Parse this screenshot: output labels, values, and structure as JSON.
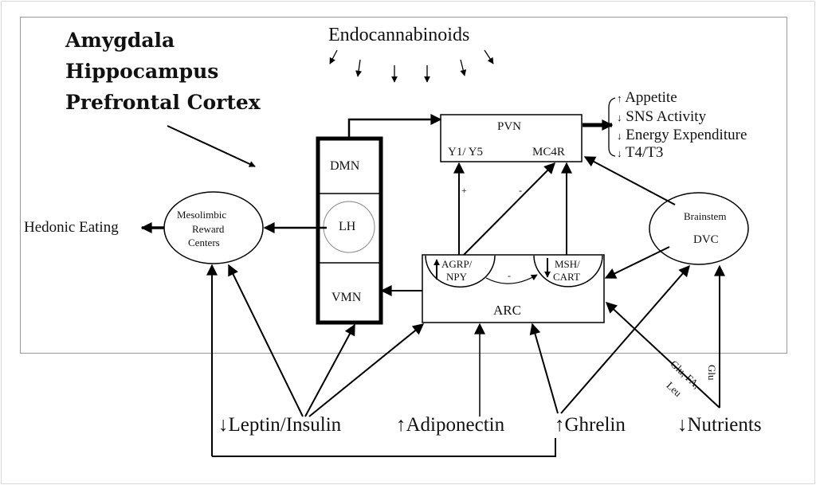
{
  "brain_regions_heading": [
    "Amygdala",
    "Hippocampus",
    "Prefrontal Cortex"
  ],
  "endocannabinoids_label": "Endocannabinoids",
  "nodes": {
    "pvn": {
      "label": "PVN",
      "receptor_left": "Y1/ Y5",
      "receptor_right": "MC4R"
    },
    "hypothalamic_column": {
      "dmn": "DMN",
      "lh": "LH",
      "vmn": "VMN"
    },
    "mesolimbic": {
      "line1": "Mesolimbic",
      "line2": "Reward",
      "line3": "Centers"
    },
    "brainstem": {
      "line1": "Brainstem",
      "line2": "DVC"
    },
    "arc": {
      "label": "ARC",
      "agrp": [
        "AGRP/",
        "NPY"
      ],
      "msh": [
        "MSH/",
        "CART"
      ],
      "inhibit_sign": "-"
    }
  },
  "hedonic_eating_label": "Hedonic Eating",
  "edge_signs": {
    "plus": "+",
    "minus": "-"
  },
  "outputs": [
    {
      "direction": "up",
      "label": "Appetite"
    },
    {
      "direction": "down",
      "label": "SNS Activity"
    },
    {
      "direction": "down",
      "label": "Energy Expenditure"
    },
    {
      "direction": "down",
      "label": "T4/T3"
    }
  ],
  "signals": [
    {
      "direction": "down",
      "label": "Leptin/Insulin"
    },
    {
      "direction": "up",
      "label": "Adiponectin"
    },
    {
      "direction": "up",
      "label": "Ghrelin"
    },
    {
      "direction": "down",
      "label": "Nutrients"
    }
  ],
  "nutrient_labels": {
    "glu": "Glu",
    "glu_fa": "Glu, FA,",
    "leu": "Leu"
  },
  "arrow_glyphs": {
    "up": "↑",
    "down": "↓"
  }
}
